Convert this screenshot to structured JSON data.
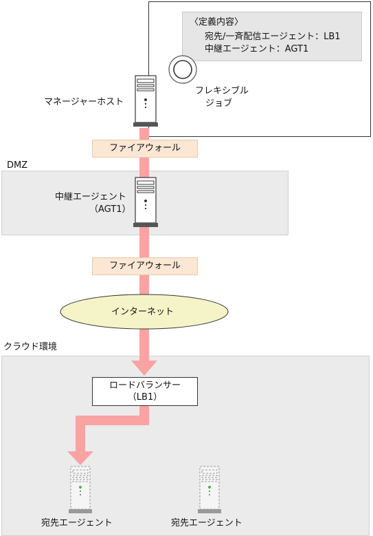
{
  "definition": {
    "title": "〈定義内容〉",
    "line1": "宛先/一斉配信エージェント：LB1",
    "line2": "中継エージェント：AGT1",
    "flexible_job_line1": "フレキシブル",
    "flexible_job_line2": "ジョブ"
  },
  "manager_host": {
    "label": "マネージャーホスト"
  },
  "firewall_top": {
    "label": "ファイアウォール"
  },
  "dmz": {
    "label": "DMZ",
    "relay_agent_line1": "中継エージェント",
    "relay_agent_line2": "（AGT1）"
  },
  "firewall_bottom": {
    "label": "ファイアウォール"
  },
  "internet": {
    "label": "インターネット"
  },
  "cloud": {
    "label": "クラウド環境",
    "load_balancer_line1": "ロードバランサー",
    "load_balancer_line2": "（LB1）",
    "dest_agent_1": "宛先エージェント",
    "dest_agent_2": "宛先エージェント"
  },
  "colors": {
    "flow_arrow": "#f9a3a3",
    "zone_fill": "#ebebeb",
    "firewall_fill": "#fbe7d4",
    "internet_fill": "#f4f4c8"
  }
}
